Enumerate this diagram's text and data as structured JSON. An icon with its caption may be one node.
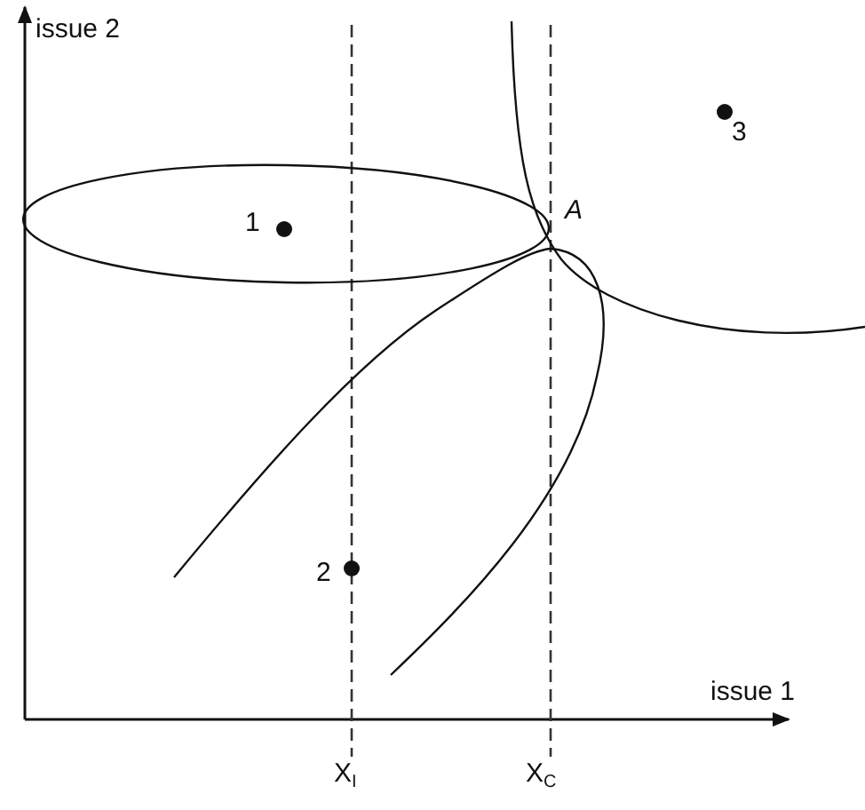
{
  "diagram": {
    "labels": [
      "issue 2",
      "3",
      "A",
      "1",
      "2",
      "issue 1",
      "X$_{I}$",
      "X$_{C}$"
    ]
  }
}
